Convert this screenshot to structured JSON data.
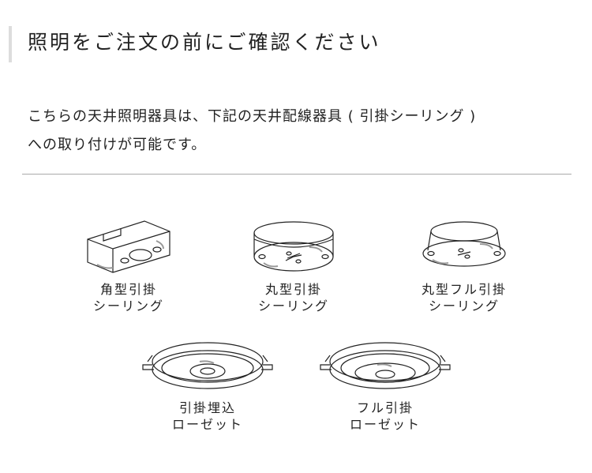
{
  "title": "照明をご注文の前にご確認ください",
  "body": {
    "line1": "こちらの天井照明器具は、下記の天井配線器具 ( 引掛シーリング )",
    "line2": "への取り付けが可能です。"
  },
  "devices": [
    {
      "line1": "角型引掛",
      "line2": "シーリング"
    },
    {
      "line1": "丸型引掛",
      "line2": "シーリング"
    },
    {
      "line1": "丸型フル引掛",
      "line2": "シーリング"
    },
    {
      "line1": "引掛埋込",
      "line2": "ローゼット"
    },
    {
      "line1": "フル引掛",
      "line2": "ローゼット"
    }
  ]
}
